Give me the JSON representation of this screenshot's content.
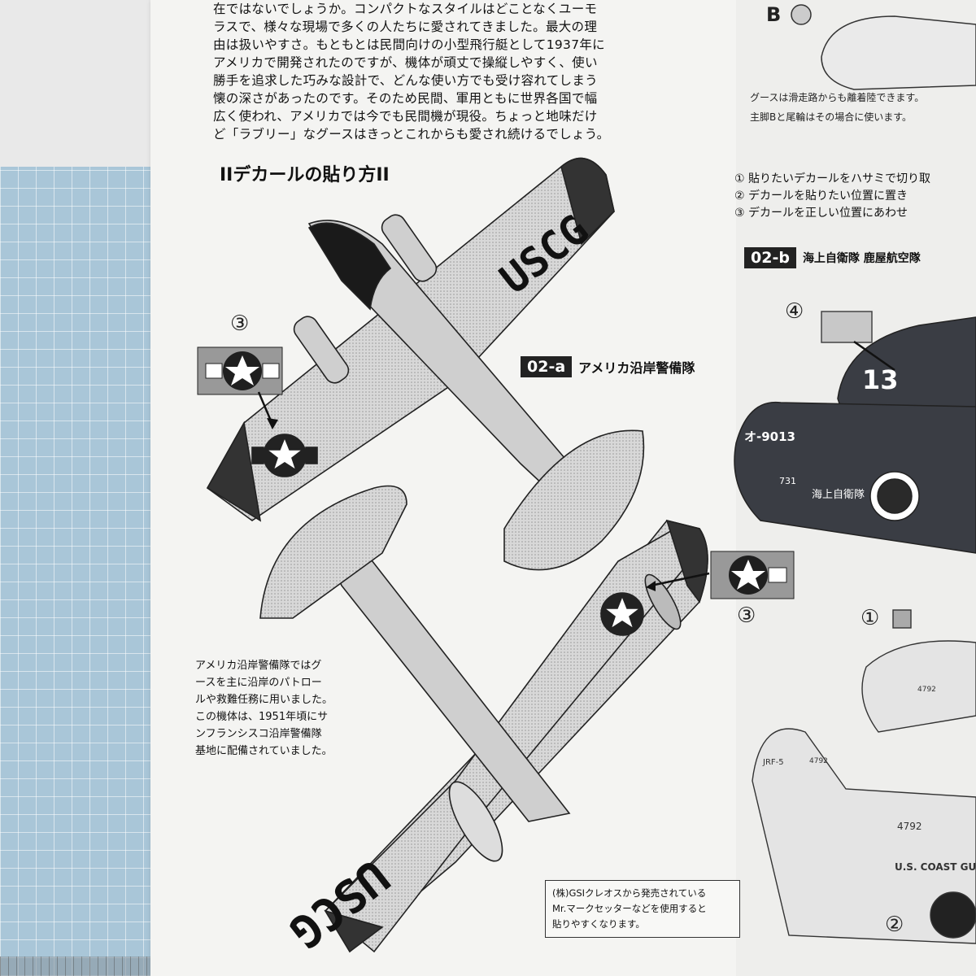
{
  "intro_lines": [
    "在ではないでしょうか。コンパクトなスタイルはどことなくユーモ",
    "ラスで、様々な現場で多くの人たちに愛されてきました。最大の理",
    "由は扱いやすさ。もともとは民間向けの小型飛行艇として1937年に",
    "アメリカで開発されたのですが、機体が頑丈で操縦しやすく、使い",
    "勝手を追求した巧みな設計で、どんな使い方でも受け容れてしまう",
    "懐の深さがあったのです。そのため民間、軍用ともに世界各国で幅",
    "広く使われ、アメリカでは今でも民間機が現役。ちょっと地味だけ",
    "ど「ラブリー」なグースはきっとこれからも愛され続けるでしょう。"
  ],
  "decal_title": "IIデカールの貼り方II",
  "variant_a": {
    "code": "02-a",
    "label": "アメリカ沿岸警備隊"
  },
  "variant_b": {
    "code": "02-b",
    "label": "海上自衛隊 鹿屋航空隊"
  },
  "wing_marking_top": "USCG",
  "wing_marking_bottom": "USCG",
  "description_lines": [
    "アメリカ沿岸警備隊ではグ",
    "ースを主に沿岸のパトロー",
    "ルや救難任務に用いました。",
    "この機体は、1951年頃にサ",
    "ンフランシスコ沿岸警備隊",
    "基地に配備されていました。"
  ],
  "note_lines": [
    "(株)GSIクレオスから発売されている",
    "Mr.マークセッターなどを使用すると",
    "貼りやすくなります。"
  ],
  "gear_label": "B",
  "gear_note_lines": [
    "グースは滑走路からも離着陸できます。",
    "主脚Bと尾輪はその場合に使います。"
  ],
  "steps": [
    "① 貼りたいデカールをハサミで切り取",
    "② デカールを貼りたい位置に置き",
    "③ デカールを正しい位置にあわせ"
  ],
  "callouts": {
    "three": "③",
    "four": "④",
    "one": "①",
    "two": "②"
  },
  "jmsdf_markings": {
    "nose_number": "13",
    "serial": "オ-9013",
    "small": "731",
    "text": "海上自衛隊"
  },
  "uscg_markings": {
    "serial": "4792",
    "type": "JRF-5",
    "fin_serial": "4792",
    "text": "U.S. COAST GUAR"
  },
  "colors": {
    "paper": "#f4f4f2",
    "ink": "#111111",
    "mat": "#a9c6d8",
    "jmsdf_hull": "#3a3d44"
  }
}
